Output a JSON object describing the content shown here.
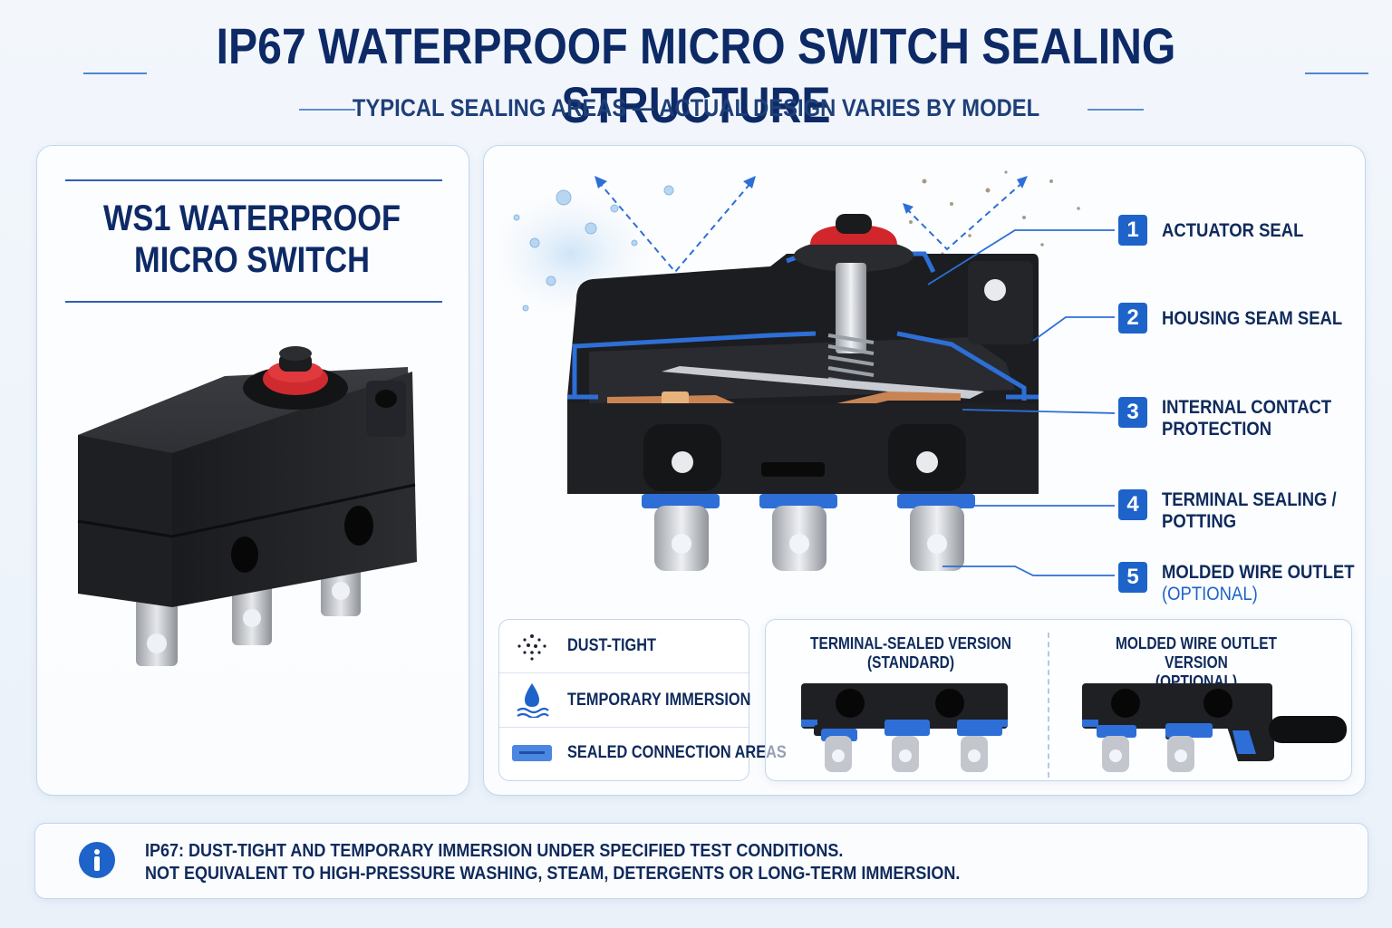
{
  "header": {
    "title": "IP67 WATERPROOF MICRO SWITCH SEALING STRUCTURE",
    "subtitle": "TYPICAL SEALING AREAS — ACTUAL DESIGN VARIES BY MODEL"
  },
  "product": {
    "title_line1": "WS1 WATERPROOF",
    "title_line2": "MICRO SWITCH"
  },
  "callouts": [
    {
      "number": "1",
      "label_line1": "ACTUATOR SEAL",
      "label_line2": ""
    },
    {
      "number": "2",
      "label_line1": "HOUSING SEAM SEAL",
      "label_line2": ""
    },
    {
      "number": "3",
      "label_line1": "INTERNAL CONTACT",
      "label_line2": "PROTECTION"
    },
    {
      "number": "4",
      "label_line1": "TERMINAL SEALING /",
      "label_line2": "POTTING"
    },
    {
      "number": "5",
      "label_line1": "MOLDED WIRE OUTLET",
      "label_line2": "(OPTIONAL)"
    }
  ],
  "legend": [
    {
      "icon": "dust-dots-icon",
      "label": "DUST-TIGHT"
    },
    {
      "icon": "water-drop-icon",
      "label": "TEMPORARY IMMERSION"
    },
    {
      "icon": "sealed-area-swatch-icon",
      "label": "SEALED CONNECTION AREAS"
    }
  ],
  "versions": [
    {
      "title_line1": "TERMINAL-SEALED VERSION",
      "title_line2": "(STANDARD)"
    },
    {
      "title_line1": "MOLDED WIRE OUTLET VERSION",
      "title_line2": "(OPTIONAL)"
    }
  ],
  "info": {
    "icon": "info-icon",
    "line1": "IP67: DUST-TIGHT AND TEMPORARY IMMERSION UNDER SPECIFIED TEST CONDITIONS.",
    "line2": "NOT EQUIVALENT TO HIGH-PRESSURE WASHING, STEAM, DETERGENTS OR LONG-TERM IMMERSION."
  },
  "colors": {
    "navy": "#0d2a66",
    "accent_blue": "#1e63c9",
    "seal_blue": "#2d6fd6",
    "housing_black": "#1c1d20",
    "actuator_red": "#d0262c",
    "panel_border": "#c4d6ee"
  }
}
